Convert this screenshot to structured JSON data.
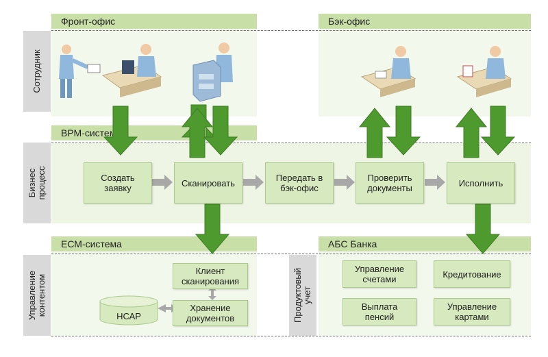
{
  "sections": {
    "front_office": "Фронт-офис",
    "back_office": "Бэк-офис",
    "brm_system": "ВРМ-система",
    "ecm_system": "ЕСМ-система",
    "abs_bank": "АБС Банка"
  },
  "side_labels": {
    "employee": "Сотрудник",
    "business_process": "Бизнес\nпроцесс",
    "content_management": "Управление\nконтентом",
    "product_accounting": "Продуктовый\nучет"
  },
  "process_steps": {
    "create_request": "Создать\nзаявку",
    "scan": "Сканировать",
    "transfer_back_office": "Передать в\nбэк-офис",
    "check_documents": "Проверить\nдокументы",
    "execute": "Исполнить"
  },
  "ecm": {
    "scan_client": "Клиент\nсканирования",
    "doc_storage": "Хранение\nдокументов",
    "storage_db": "НСАР"
  },
  "abs": {
    "account_management": "Управление\nсчетами",
    "lending": "Кредитование",
    "pension_payment": "Выплата\nпенсий",
    "card_management": "Управление\nкартами"
  },
  "colors": {
    "arrow_green": "#4f9a2e",
    "arrow_grey": "#a8a8a8",
    "box_fill": "#d7eabf",
    "header_fill": "#c8e0a8",
    "band_fill": "#eef5e4"
  },
  "icons": [
    "employee-handing-documents-icon",
    "employee-at-computer-icon",
    "employee-at-scanner-icon",
    "employee-reviewing-documents-icon",
    "employee-processing-documents-icon",
    "database-cylinder-icon"
  ]
}
